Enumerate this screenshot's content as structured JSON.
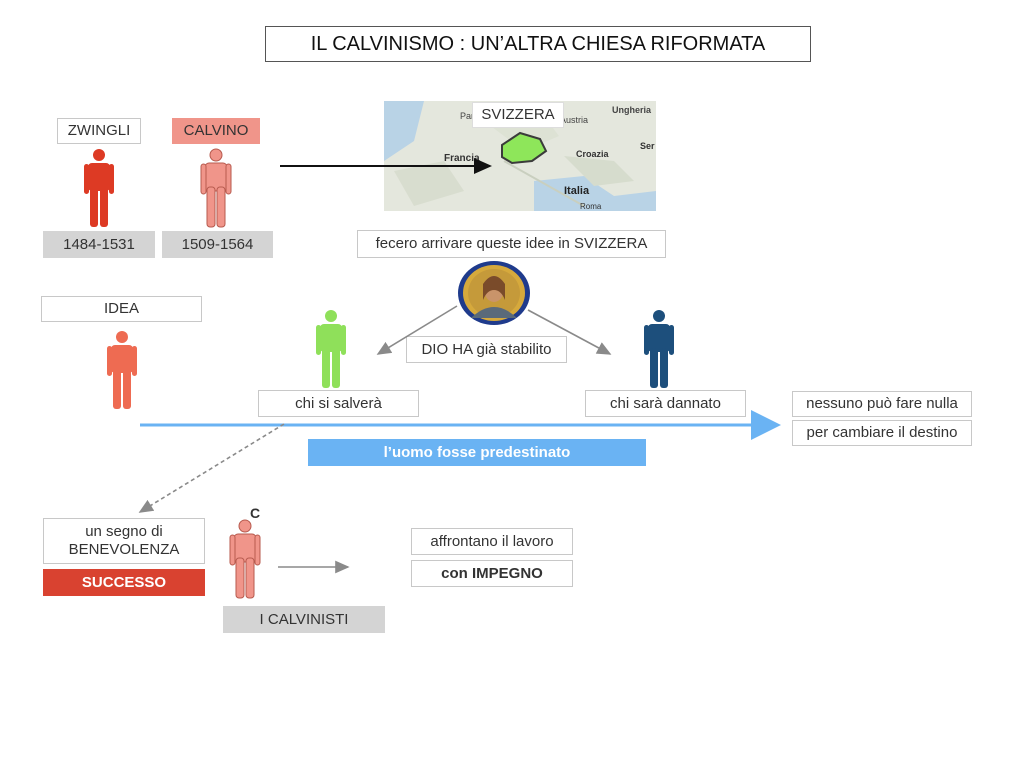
{
  "title": "IL CALVINISMO : UN’ALTRA CHIESA RIFORMATA",
  "zwingli": {
    "name": "ZWINGLI",
    "dates": "1484-1531"
  },
  "calvino": {
    "name": "CALVINO",
    "dates": "1509-1564"
  },
  "map": {
    "label": "SVIZZERA",
    "places": {
      "parigi": "Parigi",
      "francia": "Francia",
      "austria": "Austria",
      "ungheria": "Ungheria",
      "croazia": "Croazia",
      "ser": "Ser",
      "italia": "Italia",
      "roma": "Roma"
    }
  },
  "fecero": "fecero arrivare queste idee in SVIZZERA",
  "idea": "IDEA",
  "dio": "DIO HA già stabilito",
  "salvera": "chi si salverà",
  "dannato": "chi sarà dannato",
  "nessuno": "nessuno può fare nulla",
  "cambiare": "per cambiare il destino",
  "predestinato": "l’uomo fosse predestinato",
  "segno": "un segno di BENEVOLENZA",
  "successo": "SUCCESSO",
  "c_letter": "C",
  "calvinisti": "I CALVINISTI",
  "affrontano": "affrontano il lavoro",
  "impegno": "con IMPEGNO",
  "colors": {
    "zwingli_red": "#dd3a24",
    "calvino_salmon": "#f0958a",
    "idea_orange": "#ee6b52",
    "salvera_green": "#8fe05a",
    "dannato_blue": "#1d4f7c",
    "blue_arrow": "#6ab3f3",
    "successo_red": "#d94230",
    "map_green": "#8ee65a"
  }
}
